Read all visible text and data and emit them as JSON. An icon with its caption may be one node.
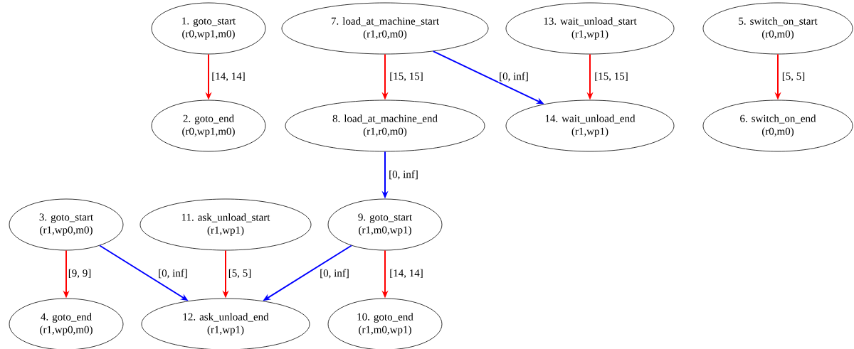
{
  "diagram": {
    "nodes": [
      {
        "text": [
          "1. goto_start",
          "(r0,wp1,m0)"
        ]
      },
      {
        "text": [
          "7. load_at_machine_start",
          "(r1,r0,m0)"
        ]
      },
      {
        "text": [
          "13. wait_unload_start",
          "(r1,wp1)"
        ]
      },
      {
        "text": [
          "5. switch_on_start",
          "(r0,m0)"
        ]
      },
      {
        "text": [
          "2. goto_end",
          "(r0,wp1,m0)"
        ]
      },
      {
        "text": [
          "8. load_at_machine_end",
          "(r1,r0,m0)"
        ]
      },
      {
        "text": [
          "14. wait_unload_end",
          "(r1,wp1)"
        ]
      },
      {
        "text": [
          "6. switch_on_end",
          "(r0,m0)"
        ]
      },
      {
        "text": [
          "3. goto_start",
          "(r1,wp0,m0)"
        ]
      },
      {
        "text": [
          "11. ask_unload_start",
          "(r1,wp1)"
        ]
      },
      {
        "text": [
          "9. goto_start",
          "(r1,m0,wp1)"
        ]
      },
      {
        "text": [
          "4. goto_end",
          "(r1,wp0,m0)"
        ]
      },
      {
        "text": [
          "12. ask_unload_end",
          "(r1,wp1)"
        ]
      },
      {
        "text": [
          "10. goto_end",
          "(r1,m0,wp1)"
        ]
      }
    ],
    "edges": [
      {
        "from": 0,
        "to": 4,
        "arrow": "to",
        "label": "[14, 14]",
        "color": "#ff0000"
      },
      {
        "from": 1,
        "to": 5,
        "arrow": "to",
        "label": "[15, 15]",
        "color": "#ff0000"
      },
      {
        "from": 1,
        "to": 6,
        "arrow": "to",
        "label": "[0, inf]",
        "color": "#0000ff"
      },
      {
        "from": 2,
        "to": 6,
        "arrow": "to",
        "label": "[15, 15]",
        "color": "#ff0000"
      },
      {
        "from": 3,
        "to": 7,
        "arrow": "to",
        "label": "[5, 5]",
        "color": "#ff0000"
      },
      {
        "from": 5,
        "to": 10,
        "arrow": "to",
        "label": "[0, inf]",
        "color": "#0000ff"
      },
      {
        "from": 8,
        "to": 11,
        "arrow": "to",
        "label": "[9, 9]",
        "color": "#ff0000"
      },
      {
        "from": 8,
        "to": 12,
        "arrow": "to",
        "label": "[0, inf]",
        "color": "#0000ff"
      },
      {
        "from": 9,
        "to": 12,
        "arrow": "to",
        "label": "[5, 5]",
        "color": "#ff0000"
      },
      {
        "from": 10,
        "to": 12,
        "arrow": "to",
        "label": "[0, inf]",
        "color": "#0000ff"
      },
      {
        "from": 10,
        "to": 13,
        "arrow": "to",
        "label": "[14, 14]",
        "color": "#ff0000"
      }
    ]
  }
}
